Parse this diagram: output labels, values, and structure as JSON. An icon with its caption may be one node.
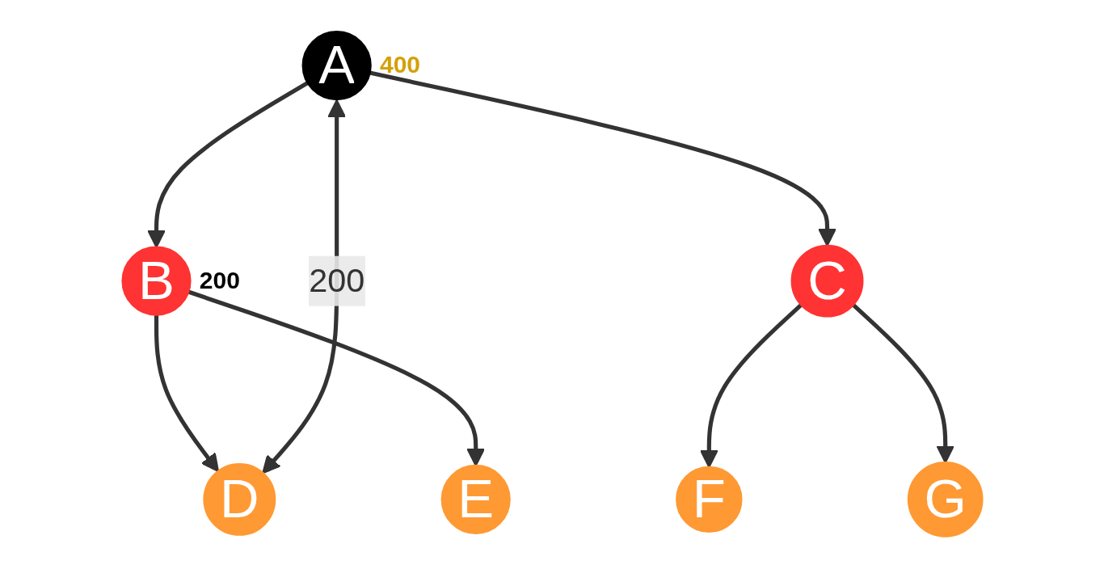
{
  "diagram": {
    "nodes": [
      {
        "text": [
          "A"
        ],
        "beside": [
          "400"
        ]
      },
      {
        "text": [
          "B"
        ],
        "beside": [
          "200"
        ]
      },
      {
        "text": [
          "C"
        ]
      },
      {
        "text": [
          "D"
        ]
      },
      {
        "text": [
          "E"
        ]
      },
      {
        "text": [
          "F"
        ]
      },
      {
        "text": [
          "G"
        ]
      }
    ],
    "edges": [
      {
        "from": 0,
        "to": 1,
        "arrow": "to"
      },
      {
        "from": 0,
        "to": 2,
        "arrow": "to"
      },
      {
        "from": 1,
        "to": 3,
        "arrow": "to"
      },
      {
        "from": 1,
        "to": 4,
        "arrow": "to"
      },
      {
        "from": 2,
        "to": 5,
        "arrow": "to"
      },
      {
        "from": 2,
        "to": 6,
        "arrow": "to"
      },
      {
        "from": 0,
        "to": 3,
        "arrow": "both",
        "label": "200"
      }
    ]
  }
}
